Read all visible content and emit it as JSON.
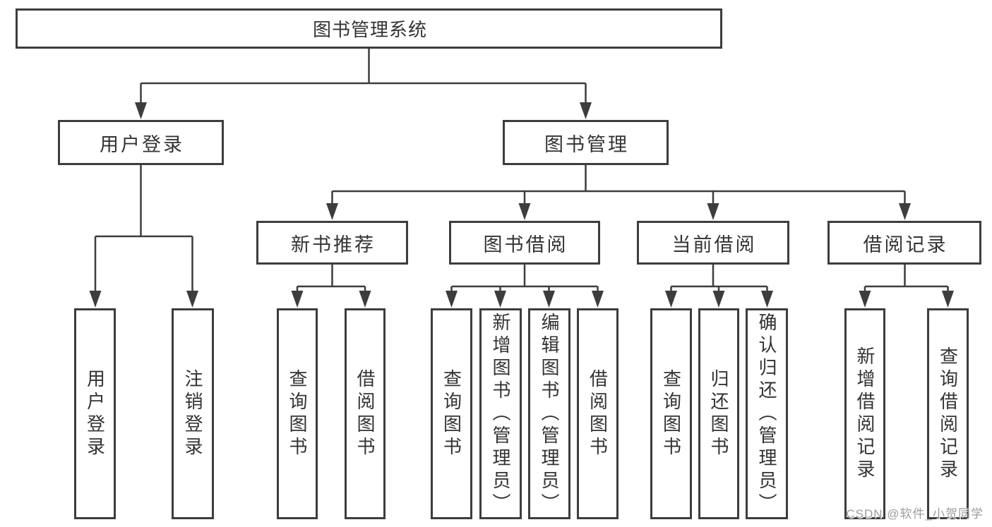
{
  "tree": {
    "root": {
      "label": "图书管理系统"
    },
    "children": [
      {
        "label": "用户登录",
        "children": [
          {
            "label": "用户登录"
          },
          {
            "label": "注销登录"
          }
        ]
      },
      {
        "label": "图书管理",
        "children": [
          {
            "label": "新书推荐",
            "children": [
              {
                "label": "查询图书"
              },
              {
                "label": "借阅图书"
              }
            ]
          },
          {
            "label": "图书借阅",
            "children": [
              {
                "label": "查询图书"
              },
              {
                "label": "新增图书（管理员）"
              },
              {
                "label": "编辑图书（管理员）"
              },
              {
                "label": "借阅图书"
              }
            ]
          },
          {
            "label": "当前借阅",
            "children": [
              {
                "label": "查询图书"
              },
              {
                "label": "归还图书"
              },
              {
                "label": "确认归还（管理员）"
              }
            ]
          },
          {
            "label": "借阅记录",
            "children": [
              {
                "label": "新增借阅记录"
              },
              {
                "label": "查询借阅记录"
              }
            ]
          }
        ]
      }
    ]
  },
  "watermark": {
    "text": "CSDN @软件_小贺同学"
  },
  "colors": {
    "line": "#3d3d3d",
    "text": "#333333",
    "background": "#ffffff",
    "watermark": "#9b9b9b"
  }
}
